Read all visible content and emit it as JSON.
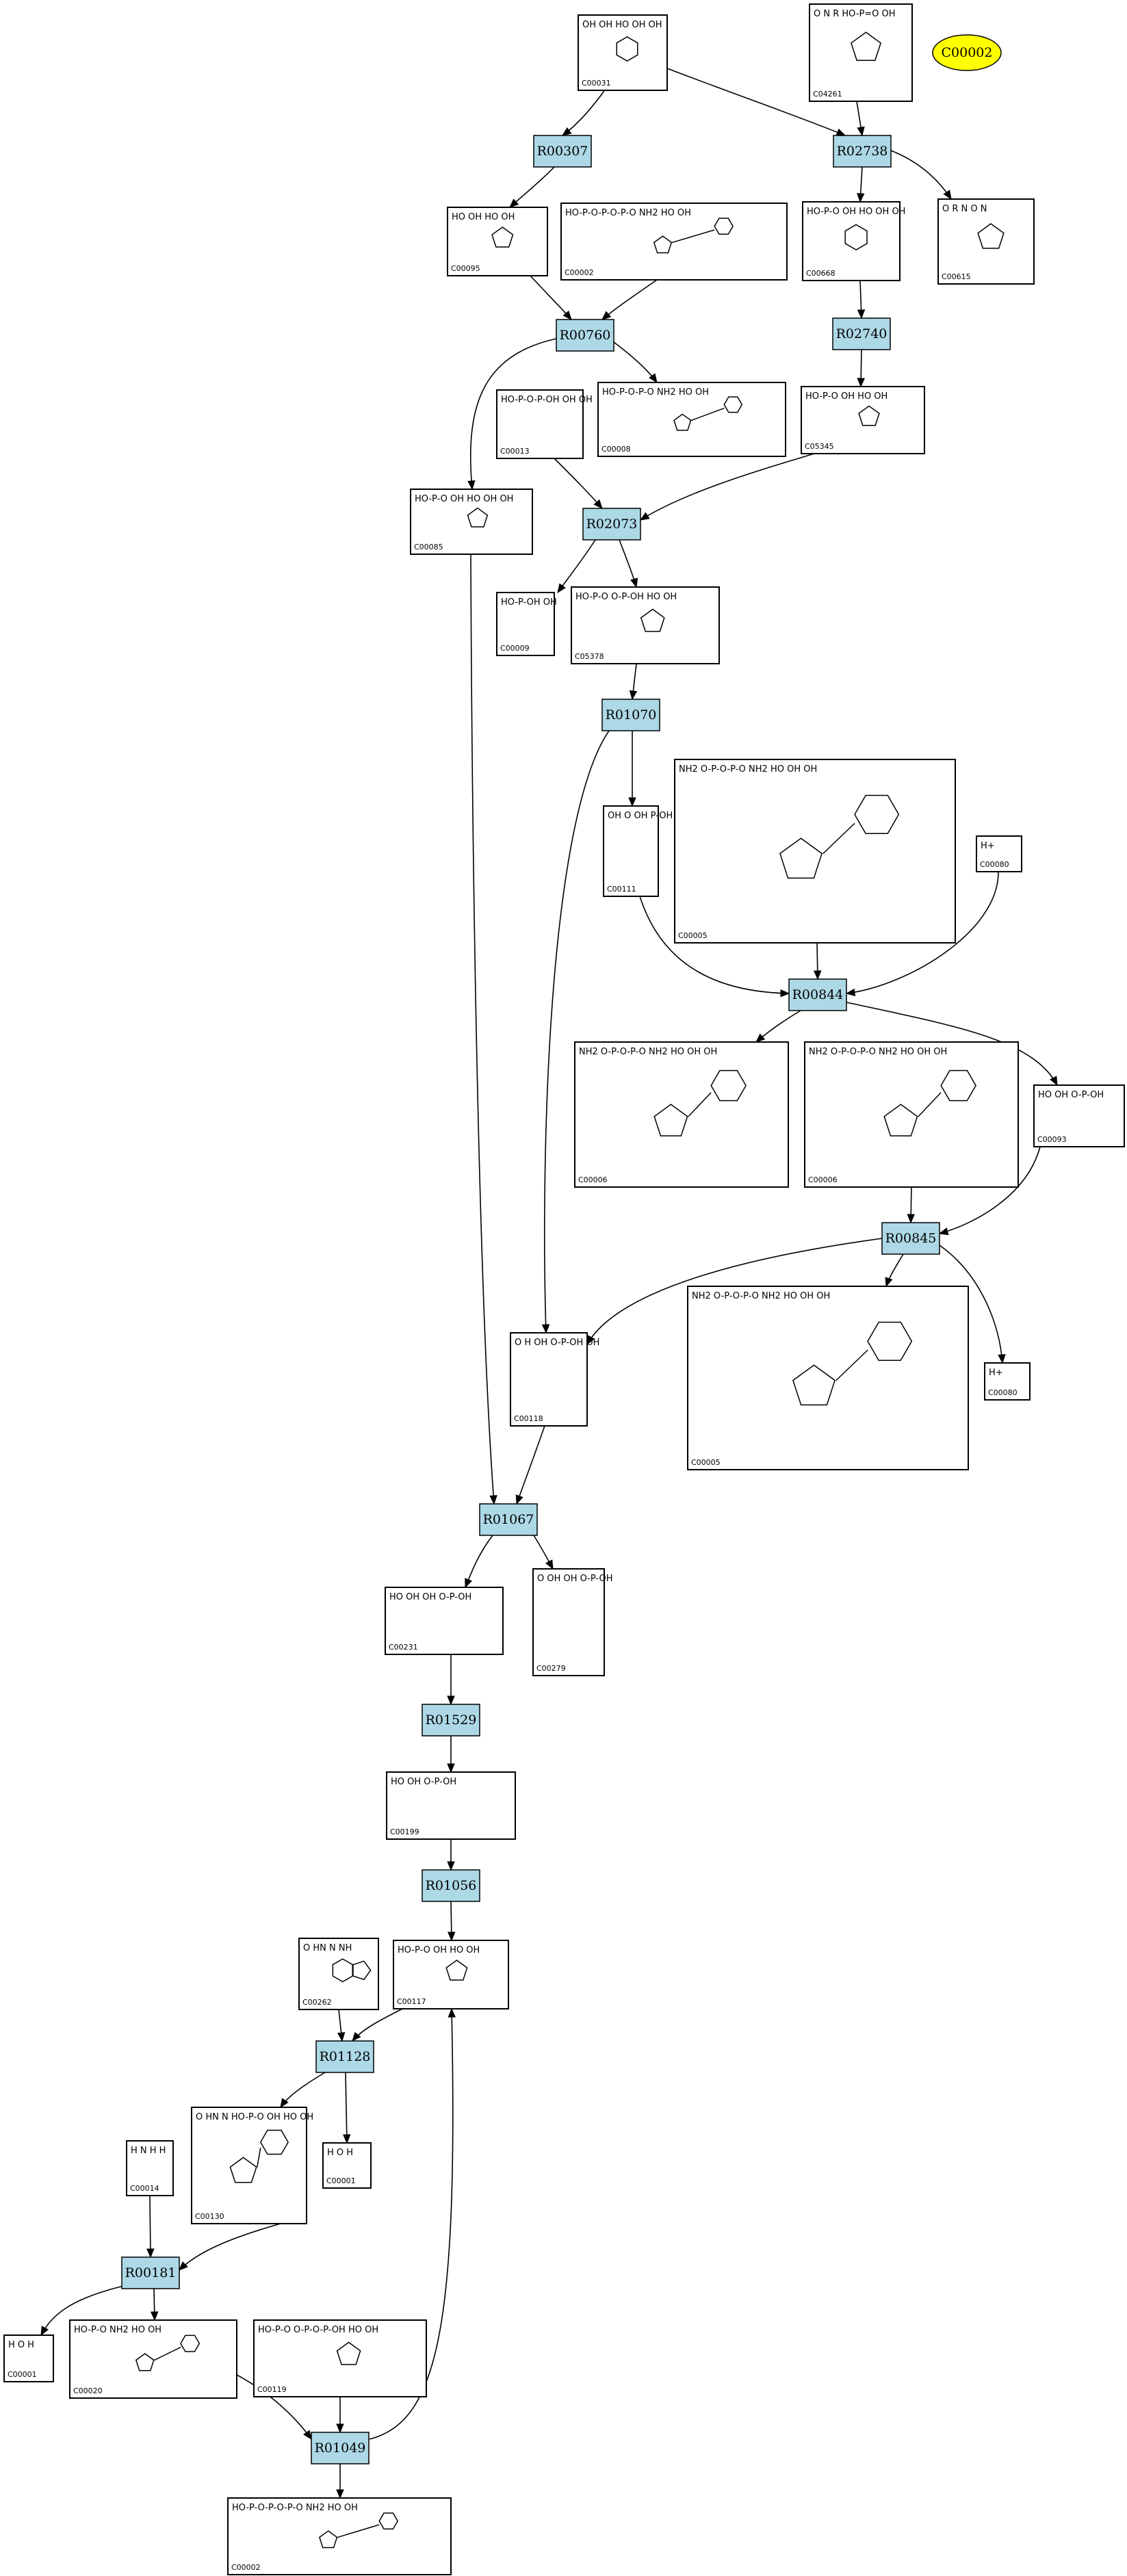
{
  "highlight": {
    "id": "C00002",
    "color": "#ffff00"
  },
  "reaction_color": "#add8e6",
  "compounds": [
    {
      "key": "C00031a",
      "id": "C00031",
      "label": "OH OH HO OH OH",
      "ring": "pyranose"
    },
    {
      "key": "C04261",
      "id": "C04261",
      "label": "O N R HO-P=O OH",
      "ring": "imidazole"
    },
    {
      "key": "C00095",
      "id": "C00095",
      "label": "HO OH HO OH",
      "ring": "furanose"
    },
    {
      "key": "C00002a",
      "id": "C00002",
      "label": "HO-P-O-P-O-P-O  NH2  HO OH",
      "ring": "adenosine"
    },
    {
      "key": "C00668",
      "id": "C00668",
      "label": "HO-P-O OH HO OH OH",
      "ring": "pyranose"
    },
    {
      "key": "C00615",
      "id": "C00615",
      "label": "O R N O N",
      "ring": "imidazole"
    },
    {
      "key": "C00013",
      "id": "C00013",
      "label": "HO-P-O-P-OH OH OH",
      "ring": "none"
    },
    {
      "key": "C00008",
      "id": "C00008",
      "label": "HO-P-O-P-O  NH2  HO OH",
      "ring": "adenosine"
    },
    {
      "key": "C05345",
      "id": "C05345",
      "label": "HO-P-O OH HO OH",
      "ring": "furanose"
    },
    {
      "key": "C00085",
      "id": "C00085",
      "label": "HO-P-O OH HO OH OH",
      "ring": "furanose"
    },
    {
      "key": "C00009",
      "id": "C00009",
      "label": "HO-P-OH OH",
      "ring": "none"
    },
    {
      "key": "C05378",
      "id": "C05378",
      "label": "HO-P-O O-P-OH HO OH",
      "ring": "furanose"
    },
    {
      "key": "C00111",
      "id": "C00111",
      "label": "OH O OH P-OH",
      "ring": "none"
    },
    {
      "key": "C00005",
      "id": "C00005",
      "label": "NH2 O-P-O-P-O NH2 HO OH OH",
      "ring": "adenosine"
    },
    {
      "key": "C00080a",
      "id": "C00080",
      "label": "H+",
      "ring": "none"
    },
    {
      "key": "C00006a",
      "id": "C00006",
      "label": "NH2 O-P-O-P-O NH2 HO OH OH",
      "ring": "adenosine"
    },
    {
      "key": "C00006b",
      "id": "C00006",
      "label": "NH2 O-P-O-P-O NH2 HO OH OH",
      "ring": "adenosine"
    },
    {
      "key": "C00093",
      "id": "C00093",
      "label": "HO OH O-P-OH",
      "ring": "none"
    },
    {
      "key": "C00005b",
      "id": "C00005",
      "label": "NH2 O-P-O-P-O NH2 HO OH OH",
      "ring": "adenosine"
    },
    {
      "key": "C00080b",
      "id": "C00080",
      "label": "H+",
      "ring": "none"
    },
    {
      "key": "C00118",
      "id": "C00118",
      "label": "O H OH O-P-OH OH",
      "ring": "none"
    },
    {
      "key": "C00231",
      "id": "C00231",
      "label": "HO OH OH O-P-OH",
      "ring": "none"
    },
    {
      "key": "C00279",
      "id": "C00279",
      "label": "O OH OH O-P-OH",
      "ring": "none"
    },
    {
      "key": "C00199",
      "id": "C00199",
      "label": "HO OH O-P-OH",
      "ring": "none"
    },
    {
      "key": "C00117",
      "id": "C00117",
      "label": "HO-P-O OH HO OH",
      "ring": "furanose"
    },
    {
      "key": "C00262",
      "id": "C00262",
      "label": "O HN N NH",
      "ring": "purine"
    },
    {
      "key": "C00130",
      "id": "C00130",
      "label": "O HN N HO-P-O OH HO OH",
      "ring": "adenosine"
    },
    {
      "key": "C00001a",
      "id": "C00001",
      "label": "H O H",
      "ring": "none"
    },
    {
      "key": "C00014",
      "id": "C00014",
      "label": "H N H H",
      "ring": "none"
    },
    {
      "key": "C00001b",
      "id": "C00001",
      "label": "H O H",
      "ring": "none"
    },
    {
      "key": "C00020",
      "id": "C00020",
      "label": "HO-P-O NH2 HO OH",
      "ring": "adenosine"
    },
    {
      "key": "C00119",
      "id": "C00119",
      "label": "HO-P-O O-P-O-P-OH HO OH",
      "ring": "furanose"
    },
    {
      "key": "C00002b",
      "id": "C00002",
      "label": "HO-P-O-P-O-P-O NH2 HO OH",
      "ring": "adenosine"
    }
  ],
  "reactions": [
    "R00307",
    "R02738",
    "R00760",
    "R02740",
    "R02073",
    "R01070",
    "R00844",
    "R00845",
    "R01067",
    "R01529",
    "R01056",
    "R01128",
    "R00181",
    "R01049"
  ]
}
